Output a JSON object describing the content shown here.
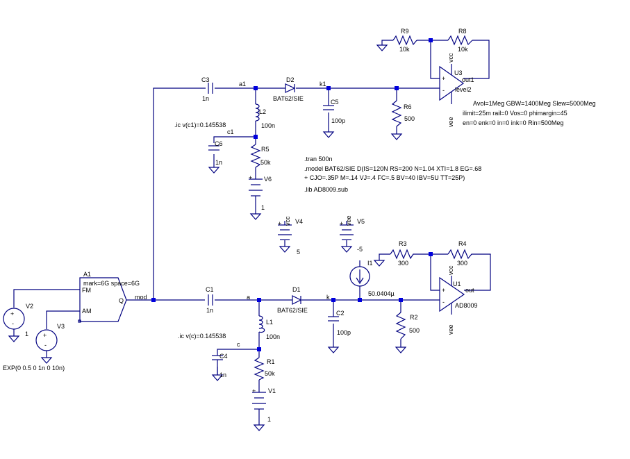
{
  "colors": {
    "wire": "#000080",
    "junction": "#0000dd",
    "background": "#ffffff",
    "text": "#000000"
  },
  "A1": {
    "name": "A1",
    "params": "mark=6G space=6G",
    "fm": "FM",
    "am": "AM",
    "q": "Q"
  },
  "nets": {
    "mod": "mod",
    "a": "a",
    "k": "k",
    "c": "c",
    "a1": "a1",
    "k1": "k1",
    "c1": "c1"
  },
  "C1": {
    "name": "C1",
    "value": "1n"
  },
  "C2": {
    "name": "C2",
    "value": "100p"
  },
  "C3": {
    "name": "C3",
    "value": "1n"
  },
  "C4": {
    "name": "C4",
    "value": "1n"
  },
  "C5": {
    "name": "C5",
    "value": "100p"
  },
  "C6": {
    "name": "C6",
    "value": "1n"
  },
  "D1": {
    "name": "D1",
    "model": "BAT62/SIE"
  },
  "D2": {
    "name": "D2",
    "model": "BAT62/SIE"
  },
  "L1": {
    "name": "L1",
    "value": "100n"
  },
  "L2": {
    "name": "L2",
    "value": "100n"
  },
  "R1": {
    "name": "R1",
    "value": "50k"
  },
  "R2": {
    "name": "R2",
    "value": "500"
  },
  "R3": {
    "name": "R3",
    "value": "300"
  },
  "R4": {
    "name": "R4",
    "value": "300"
  },
  "R5": {
    "name": "R5",
    "value": "50k"
  },
  "R6": {
    "name": "R6",
    "value": "500"
  },
  "R8": {
    "name": "R8",
    "value": "10k"
  },
  "R9": {
    "name": "R9",
    "value": "10k"
  },
  "V1": {
    "name": "V1",
    "value": "1"
  },
  "V2": {
    "name": "V2",
    "value": "1"
  },
  "V3": {
    "name": "V3",
    "value": "EXP(0 0.5 0 1n 0 10n)"
  },
  "V4": {
    "name": "V4",
    "value": "5",
    "net": "vcc"
  },
  "V5": {
    "name": "V5",
    "value": "-5",
    "net": "vee"
  },
  "V6": {
    "name": "V6",
    "value": "1"
  },
  "I1": {
    "name": "I1",
    "value": "50.0404µ"
  },
  "U1": {
    "name": "U1",
    "model": "AD8009",
    "out": "out",
    "vcc": "vcc",
    "vee": "vee"
  },
  "U3": {
    "name": "U3",
    "model": "level2",
    "out": "out1",
    "vcc": "vcc",
    "vee": "vee",
    "params": [
      "Avol=1Meg GBW=1400Meg Slew=5000Meg",
      "ilimit=25m rail=0 Vos=0 phimargin=45",
      "en=0 enk=0 in=0 ink=0 Rin=500Meg"
    ]
  },
  "ic_c": ".ic v(c)=0.145538",
  "ic_c1": ".ic v(c1)=0.145538",
  "directives": [
    ".tran 500n",
    ".model BAT62/SIE D(IS=120N RS=200 N=1.04 XTI=1.8 EG=.68",
    "+ CJO=.35P M=.14 VJ=.4 FC=.5 BV=40 IBV=5U TT=25P)",
    ".lib AD8009.sub"
  ],
  "plus": "+",
  "minus": "-"
}
